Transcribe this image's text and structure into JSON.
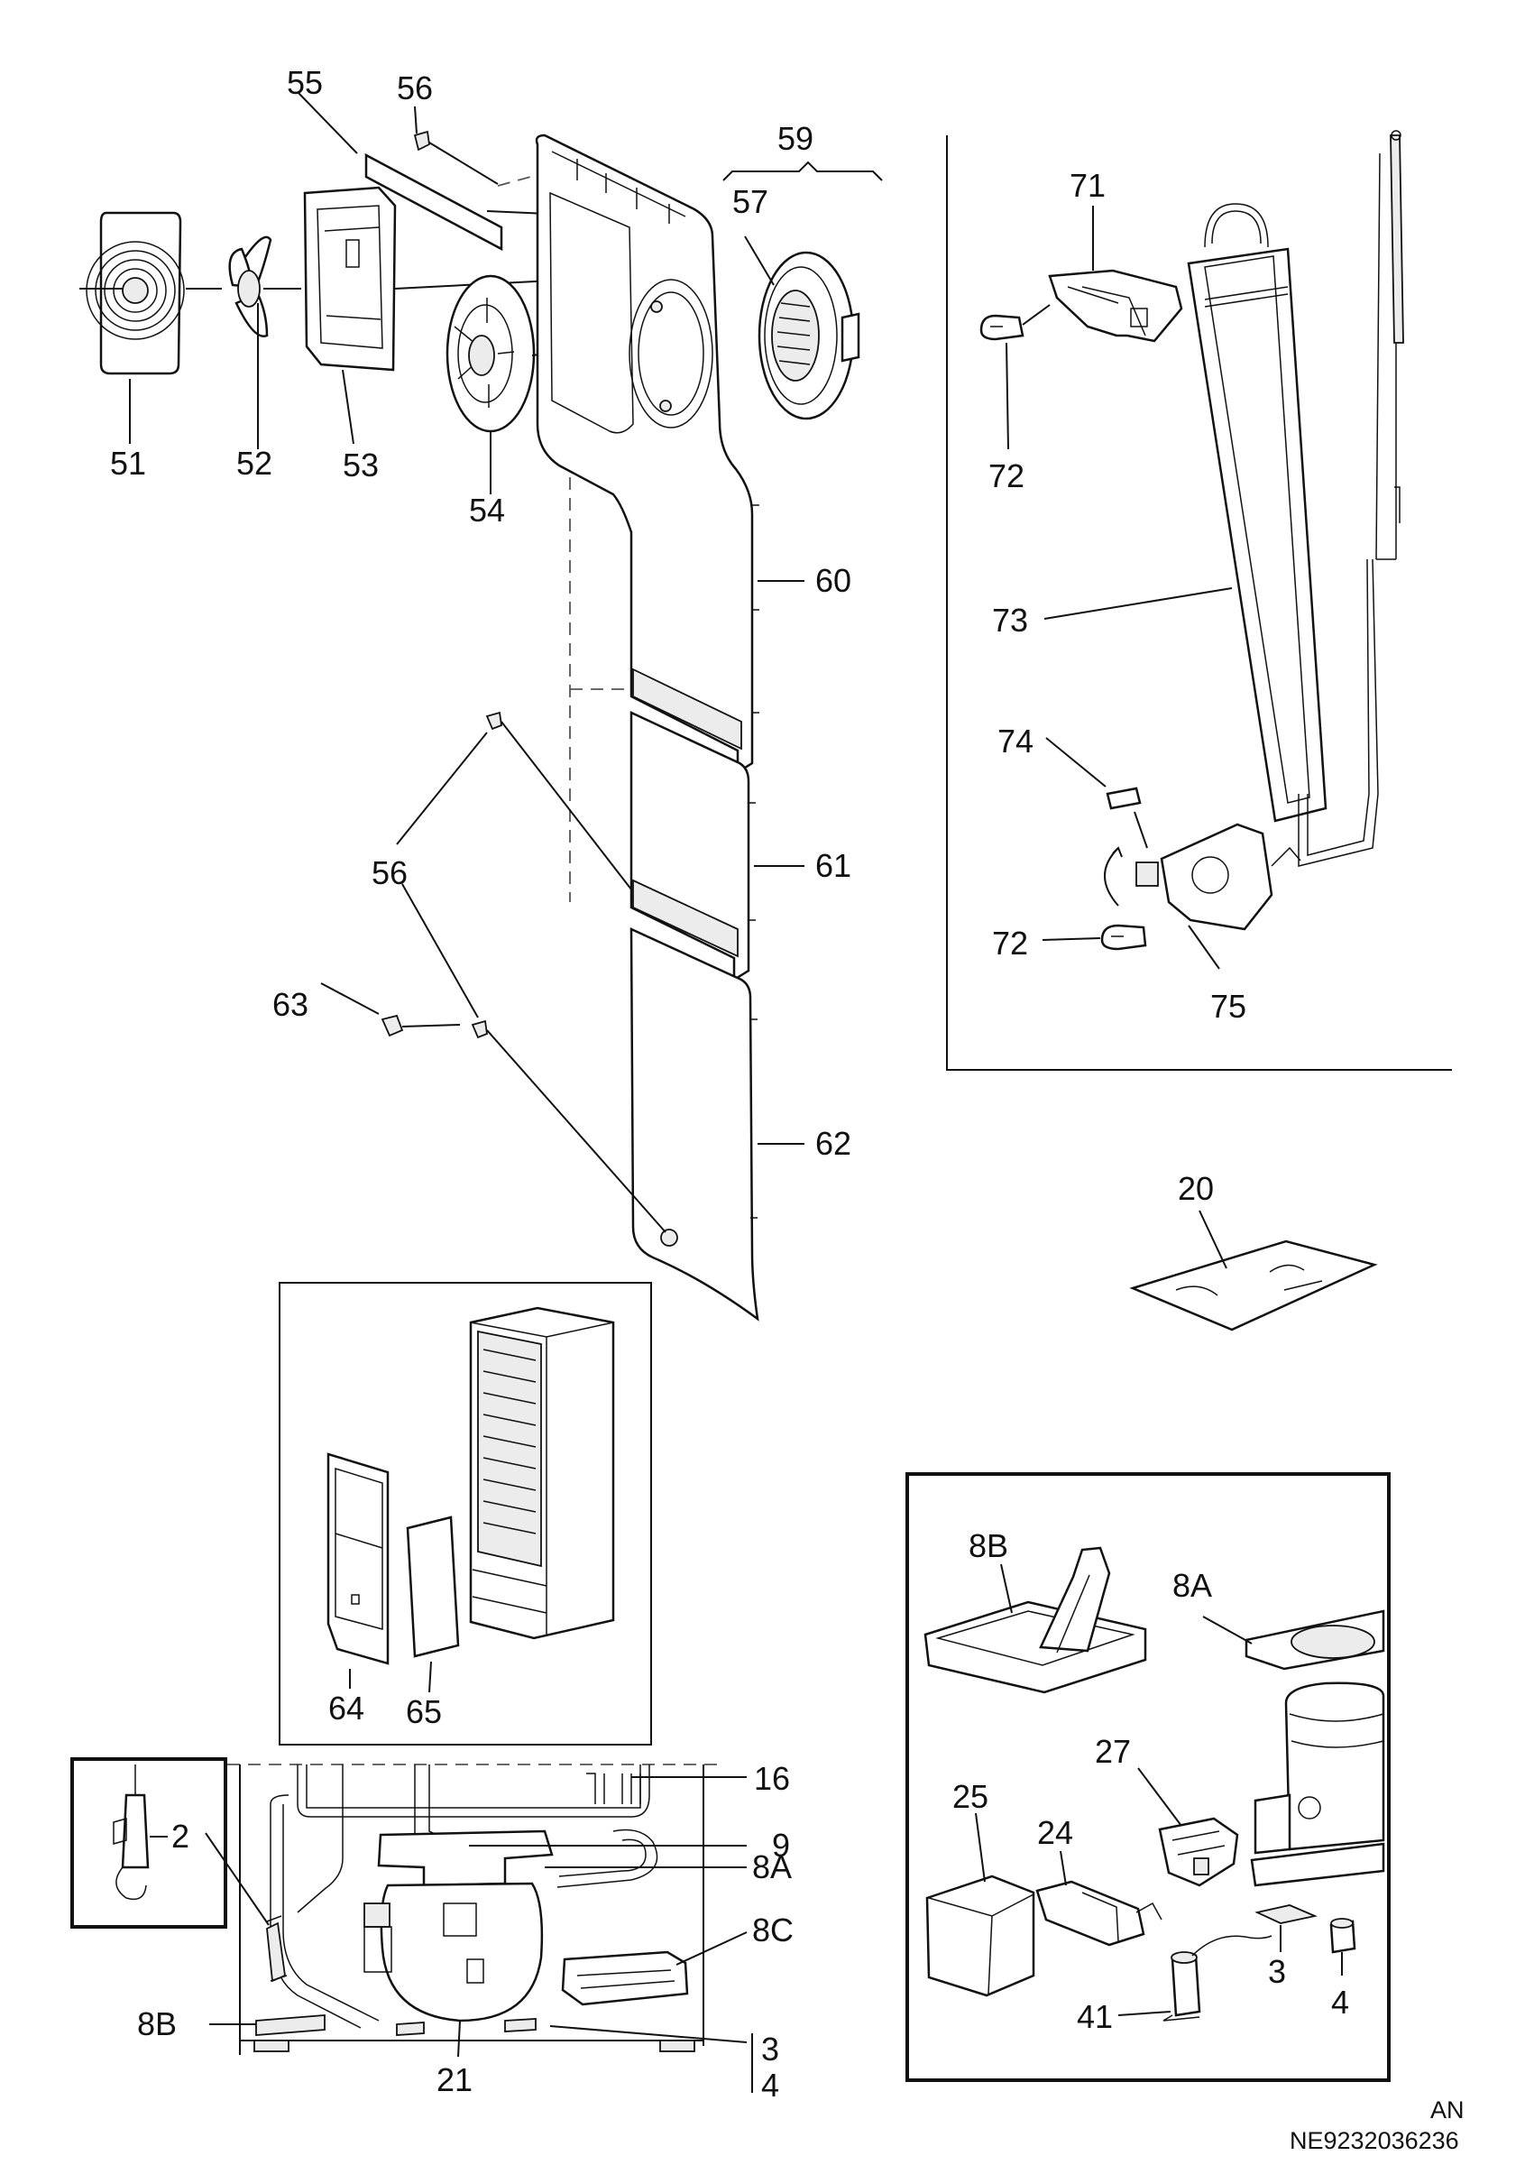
{
  "labels": {
    "l51": "51",
    "l52": "52",
    "l53": "53",
    "l54": "54",
    "l55": "55",
    "l56a": "56",
    "l56b": "56",
    "l57": "57",
    "l59": "59",
    "l60": "60",
    "l61": "61",
    "l62": "62",
    "l63": "63",
    "l71": "71",
    "l72a": "72",
    "l72b": "72",
    "l73": "73",
    "l74": "74",
    "l75": "75",
    "l20": "20",
    "l64": "64",
    "l65": "65",
    "l16": "16",
    "l2": "2",
    "l9": "9",
    "l8A": "8A",
    "l8C": "8C",
    "l8B": "8B",
    "l21": "21",
    "l3": "3",
    "l4": "4",
    "d8B": "8B",
    "d8A": "8A",
    "d27": "27",
    "d25": "25",
    "d24": "24",
    "d3": "3",
    "d41": "41",
    "d4": "4"
  },
  "footer": {
    "an": "AN",
    "drawing_code": "NE9232036236"
  }
}
